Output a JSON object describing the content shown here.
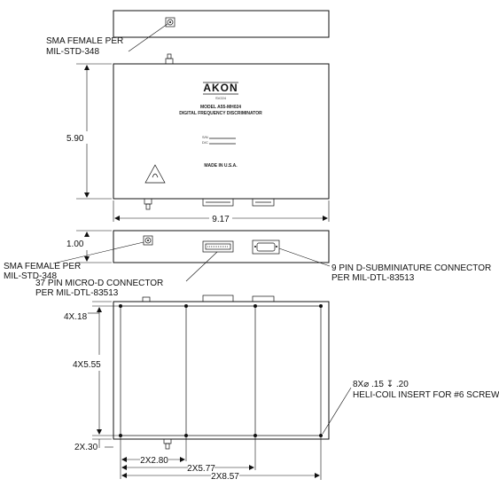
{
  "labels": {
    "sma_top_line1": "SMA FEMALE PER",
    "sma_top_line2": "MIL-STD-348",
    "sma_mid_line1": "SMA FEMALE PER",
    "sma_mid_line2": "MIL-STD-348",
    "micro_d_line1": "37 PIN MICRO-D CONNECTOR",
    "micro_d_line2": "PER MIL-DTL-83513",
    "dsub_line1": "9 PIN D-SUBMINIATURE CONNECTOR",
    "dsub_line2": "PER MIL-DTL-83513",
    "helicoil_line1": "8X⌀ .15 ↧ .20",
    "helicoil_line2": "HELI-COIL INSERT FOR #6 SCREW"
  },
  "plate": {
    "logo": "AKON",
    "subtitle": "SV224",
    "model": "MODEL A55-MH024",
    "description": "DIGITAL FREQUENCY DISCRIMINATOR",
    "sn": "S/N",
    "dc": "D/C",
    "made_in": "MADE IN U.S.A."
  },
  "dims": {
    "height": "5.90",
    "width": "9.17",
    "thickness": "1.00",
    "hole_offset_top": "4X.18",
    "hole_span_v": "4X5.55",
    "hole_offset_bottom": "2X.30",
    "hole_x1": "2X2.80",
    "hole_x2": "2X5.77",
    "hole_x3": "2X8.57"
  }
}
